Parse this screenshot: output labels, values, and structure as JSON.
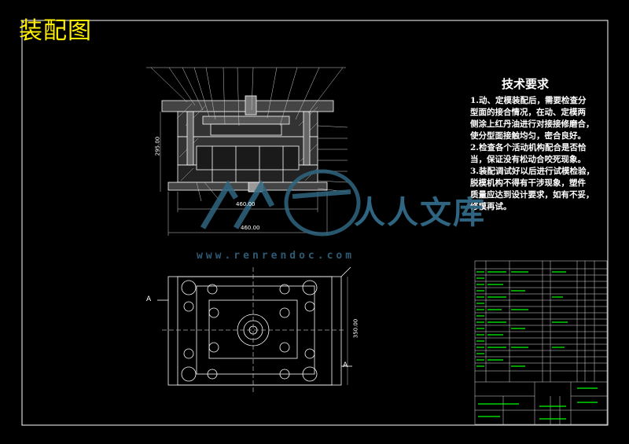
{
  "sheet": {
    "title": "装配图"
  },
  "tech_requirements": {
    "title": "技术要求",
    "lines": [
      "1.动、定模装配后，需要检查分",
      "型面的接合情况，在动、定模两",
      "侧涂上红丹油进行对接接修磨合，",
      "使分型面接触均匀，密合良好。",
      "2.检查各个活动机构配合是否恰",
      "当，保证没有松动合咬死现象。",
      "3.装配调试好以后进行试模检验，",
      "脱模机构不得有干涉现象，塑件",
      "质量应达到设计要求，如有不妥，",
      "修模再试。"
    ]
  },
  "dimensions": {
    "overall_width_1": "460.00",
    "overall_width_2": "460.00",
    "height_front": "295.00",
    "height_plan": "350.00"
  },
  "section_marks": {
    "left": "A",
    "right": "A"
  },
  "watermark": {
    "brand": "人人文库",
    "url": "www.renrendoc.com"
  },
  "colors": {
    "background": "#000000",
    "title": "#ffef00",
    "drawing_line": "#ffffff",
    "dim_line": "#cfcfcf",
    "table_text": "#00ff00",
    "watermark": "#2f6580"
  }
}
